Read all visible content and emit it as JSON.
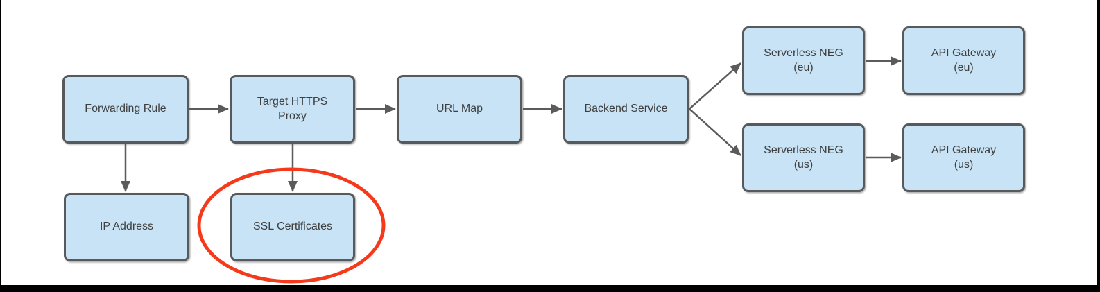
{
  "colors": {
    "background": "#FFFFFF",
    "node_fill": "#C7E3F5",
    "node_border": "#58595B",
    "arrow": "#5B5B5B",
    "text": "#3F3F3F",
    "highlight": "#F5391B",
    "screen_edge": "#000000"
  },
  "diagram": {
    "nodes": {
      "forwarding_rule": {
        "label": "Forwarding Rule"
      },
      "target_https_proxy": {
        "label": "Target HTTPS\nProxy"
      },
      "url_map": {
        "label": "URL Map"
      },
      "backend_service": {
        "label": "Backend Service"
      },
      "serverless_neg_eu": {
        "label": "Serverless NEG\n(eu)"
      },
      "api_gateway_eu": {
        "label": "API Gateway\n(eu)"
      },
      "serverless_neg_us": {
        "label": "Serverless NEG\n(us)"
      },
      "api_gateway_us": {
        "label": "API Gateway\n(us)"
      },
      "ip_address": {
        "label": "IP Address"
      },
      "ssl_certificates": {
        "label": "SSL Certificates"
      }
    },
    "edges": [
      {
        "from": "Forwarding Rule",
        "to": "Target HTTPS Proxy"
      },
      {
        "from": "Target HTTPS Proxy",
        "to": "URL Map"
      },
      {
        "from": "URL Map",
        "to": "Backend Service"
      },
      {
        "from": "Backend Service",
        "to": "Serverless NEG (eu)"
      },
      {
        "from": "Backend Service",
        "to": "Serverless NEG (us)"
      },
      {
        "from": "Serverless NEG (eu)",
        "to": "API Gateway (eu)"
      },
      {
        "from": "Serverless NEG (us)",
        "to": "API Gateway (us)"
      },
      {
        "from": "Forwarding Rule",
        "to": "IP Address"
      },
      {
        "from": "Target HTTPS Proxy",
        "to": "SSL Certificates"
      }
    ],
    "highlight": {
      "shape": "ellipse",
      "around": "SSL Certificates"
    }
  }
}
